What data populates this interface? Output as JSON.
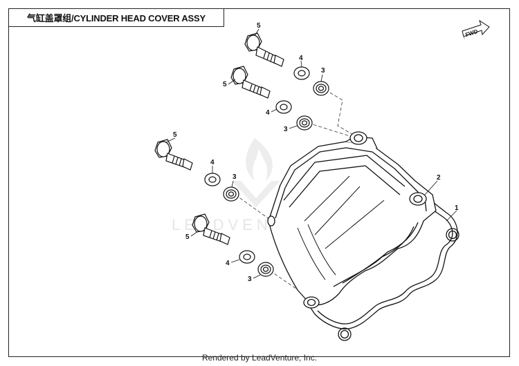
{
  "title": "气缸盖罩组/CYLINDER HEAD COVER ASSY",
  "footer": "Rendered by LeadVenture, Inc.",
  "watermark": "LEADVENTURE",
  "fwd_label": "FWD",
  "callouts": {
    "part_1": "1",
    "part_2": "2",
    "part_3": "3",
    "part_4": "4",
    "part_5": "5"
  }
}
